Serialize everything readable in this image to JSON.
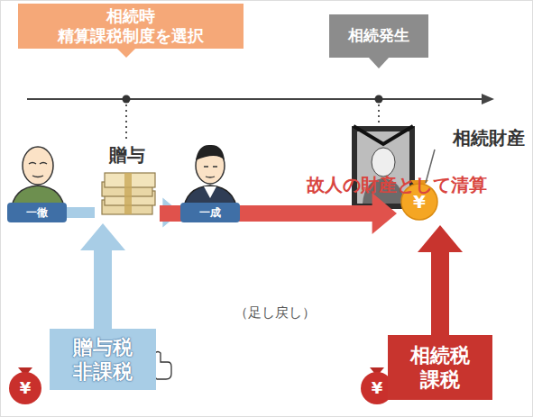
{
  "diagram": {
    "nodes": [
      {
        "text": [
          "相続時 精算課税制度を選択"
        ]
      },
      {
        "text": [
          "相続発生"
        ]
      },
      {
        "text": [
          "一徹"
        ]
      },
      {
        "text": [
          "贈与"
        ]
      },
      {
        "text": [
          "一成"
        ]
      },
      {
        "text": [
          "相続財産"
        ]
      },
      {
        "text": [
          "贈与税 非課税"
        ]
      },
      {
        "text": [
          "相続税 課税"
        ]
      }
    ],
    "edges": [
      {
        "from": 2,
        "to": 3,
        "arrow": "none"
      },
      {
        "from": 3,
        "to": 4,
        "arrow": "to"
      },
      {
        "from": 3,
        "to": 5,
        "label": "故人の財産として清算",
        "arrow": "to"
      },
      {
        "from": 6,
        "to": 3,
        "arrow": "to"
      },
      {
        "from": 7,
        "to": 5,
        "arrow": "to"
      }
    ],
    "labels": [
      "（足し戻し）",
      "¥",
      "¥",
      "¥"
    ]
  }
}
